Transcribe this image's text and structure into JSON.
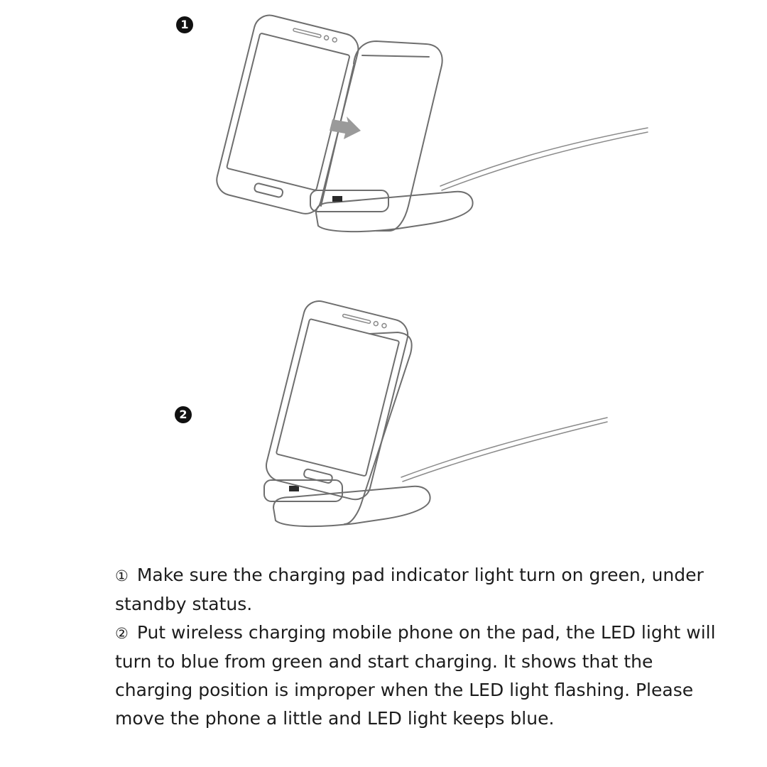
{
  "steps": [
    {
      "badge": "1",
      "text_marker": "①",
      "text": "Make sure the charging pad indicator light turn on green, under standby status."
    },
    {
      "badge": "2",
      "text_marker": "②",
      "text": "Put wireless charging mobile phone on the pad, the LED light will turn to blue from green and start charging. It shows that the charging position is improper when the LED light flashing. Please move the phone a little and LED light keeps blue."
    }
  ],
  "icons": {
    "illustration_1": "phone-approaching-charger-illustration",
    "illustration_2": "phone-on-charger-illustration",
    "arrow": "arrow-right-icon"
  },
  "colors": {
    "line": "#6e6e6e",
    "text": "#1c1c1c",
    "badge": "#111111",
    "background": "#ffffff"
  }
}
